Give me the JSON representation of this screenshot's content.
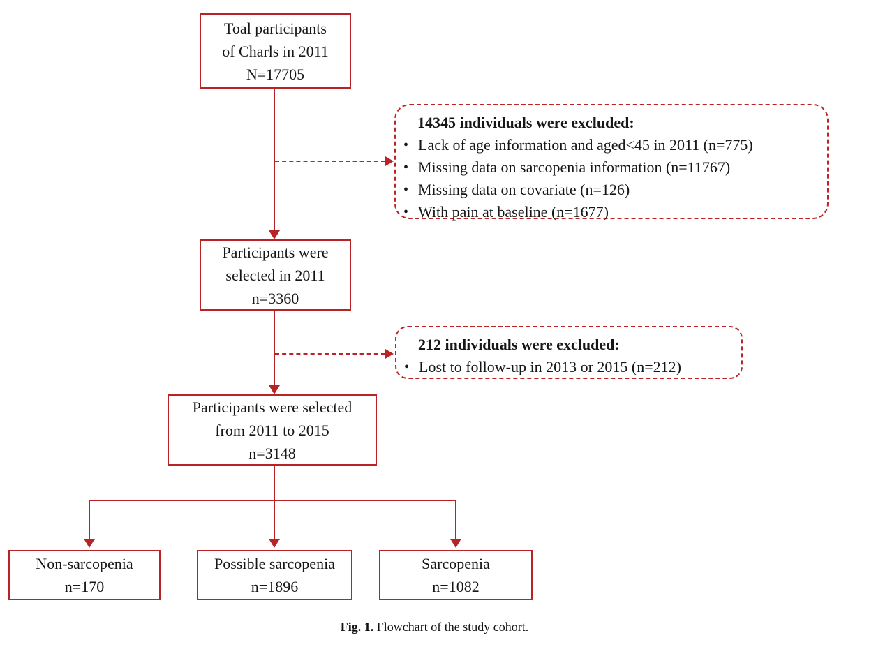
{
  "colors": {
    "box_border_red": "#b82426",
    "dashed_red": "#bb2426",
    "text_black": "#161616",
    "background": "#ffffff"
  },
  "flowchart": {
    "top_box": {
      "line1": "Toal participants",
      "line2": "of Charls in 2011",
      "line3": "N=17705"
    },
    "exclusion_box_1": {
      "title": "14345 individuals were excluded:",
      "bullet_char": "•",
      "items": [
        "Lack of age information and aged<45 in 2011 (n=775)",
        "Missing data on sarcopenia information (n=11767)",
        "Missing data on covariate (n=126)",
        "With pain at baseline (n=1677)"
      ]
    },
    "selected_2011_box": {
      "line1": "Participants were",
      "line2": "selected in 2011",
      "line3": "n=3360"
    },
    "exclusion_box_2": {
      "title": "212 individuals were excluded:",
      "bullet_char": "•",
      "items": [
        "Lost to follow-up in 2013 or 2015 (n=212)"
      ]
    },
    "selected_2011_2015_box": {
      "line1": "Participants were selected",
      "line2": "from 2011 to 2015",
      "line3": "n=3148"
    },
    "outcome_boxes": [
      {
        "line1": "Non-sarcopenia",
        "line2": "n=170"
      },
      {
        "line1": "Possible sarcopenia",
        "line2": "n=1896"
      },
      {
        "line1": "Sarcopenia",
        "line2": "n=1082"
      }
    ]
  },
  "caption": {
    "label": "Fig. 1.",
    "text": "Flowchart of the study cohort."
  }
}
